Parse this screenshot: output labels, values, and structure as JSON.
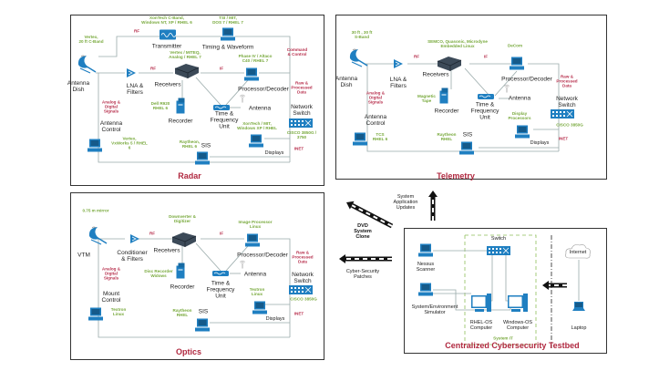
{
  "colors": {
    "note": "#78a93c",
    "signal": "#b8324f",
    "title": "#b0283f",
    "device": "#1f7fc1",
    "receiver": "#3c4a58"
  },
  "panels": {
    "radar": {
      "title": "Radar",
      "dish_note": "Vertex,\n20 ft C-Band",
      "dish_label": "Antenna\nDish",
      "lna_label": "LNA &\nFilters",
      "tx_note": "XonTech C-Band,\nWindows NT, XP / RHEL 6",
      "tx_label": "Transmitter",
      "tw_note": "TSI / MIT,\nDOS 7 / RHEL 7",
      "tw_label": "Timing & Waveform",
      "rf1": "RF",
      "rf2": "RF",
      "rx_note": "Vertex / MITEQ,\nAnalog / RHEL 7",
      "rx_label": "Receivers",
      "if": "IF",
      "cc": "Command\n& Control",
      "pd_note": "Phase IV / Altaco\nC40 / RHEL 7",
      "pd_label": "Processor/Decoder",
      "raw": "Raw &\nProcessed\nData",
      "rec_note": "Dell R920\nRHEL 6",
      "rec_label": "Recorder",
      "tfu_label": "Time &\nFrequency\nUnit",
      "ant_label": "Antenna",
      "sw_label": "Network\nSwitch",
      "sw_note": "CISCO 3850G /\n3750",
      "sig": "Analog &\nDigital\nSignals",
      "ac_label": "Antenna\nControl",
      "ac_note": "Vertex,\nVxWorks 5 / RHEL\n6",
      "disp_note": "XonTech / MIT,\nWindows XP / RHEL",
      "disp_label": "Displays",
      "sis_label": "SIS",
      "sis_note": "Raytheon,\nRHEL 6",
      "inet": "INET"
    },
    "telemetry": {
      "title": "Telemetry",
      "dish_note": "30 ft , 30 ft\nS-Band",
      "dish_label": "Antenna\nDish",
      "lna_label": "LNA &\nFilters",
      "rf1": "RF",
      "rx_note": "SEMCO, Quasonic, Microdyne\nEmbedded Linux",
      "rx_label": "Receivers",
      "if": "IF",
      "pd_note": "DeCom",
      "pd_label": "Processor/Decoder",
      "raw": "Raw &\nProcessed\nData",
      "rec_note": "Magnetic\nTape",
      "rec_label": "Recorder",
      "tfu_label": "Time &\nFrequency\nUnit",
      "ant_label": "Antenna",
      "sw_label": "Network\nSwitch",
      "sw_note": "CISCO 3850G",
      "sig": "Analog &\nDigital\nSignals",
      "ac_label": "Antenna\nControl",
      "ac_note": "TCS\nRHEL 6",
      "disp_note": "Display\nProcessors",
      "disp_label": "Displays",
      "sis_note": "Raytheon\nRHEL",
      "sis_label": "SIS",
      "inet": "INET"
    },
    "optics": {
      "title": "Optics",
      "dish_note": "0.75 m mirror",
      "dish_label": "VTM",
      "lna_label": "Conditioner\n& Filters",
      "rf1": "RF",
      "rx_note": "Downverter &\nDigitizer",
      "rx_label": "Receivers",
      "if": "IF",
      "pd_note": "Image Processor\nLinux",
      "pd_label": "Processor/Decoder",
      "raw": "Raw &\nProcessed\nData",
      "rec_note": "Disc Recorder\nWidows",
      "rec_label": "Recorder",
      "tfu_label": "Time &\nFrequency\nUnit",
      "ant_label": "Antenna",
      "sw_label": "Network\nSwitch",
      "sw_note": "CISCO 3850G",
      "sig": "Analog &\nDigital\nSignals",
      "ac_label": "Mount\nControl",
      "ac_note": "Textron\nLinux",
      "disp_note": "Textron\nLinux",
      "disp_label": "Displays",
      "sis_note": "Raytheon\nRHEL",
      "sis_label": "SIS",
      "inet": "INET"
    }
  },
  "transfer": {
    "updates": "System\nApplication\nUpdates",
    "clone": "DVD\nSystem\nClone",
    "patches": "Cyber-Security\nPatches"
  },
  "testbed": {
    "title": "Centralized Cybersecurity Testbed",
    "switch": "Switch",
    "system_it": "System IT",
    "nessus": "Nessus\nScanner",
    "simulator": "System/Environment\nSimulator",
    "rhel": "RHEL-OS\nComputer",
    "windows": "Windows-OS\nComputer",
    "internet": "Internet",
    "laptop": "Laptop"
  }
}
